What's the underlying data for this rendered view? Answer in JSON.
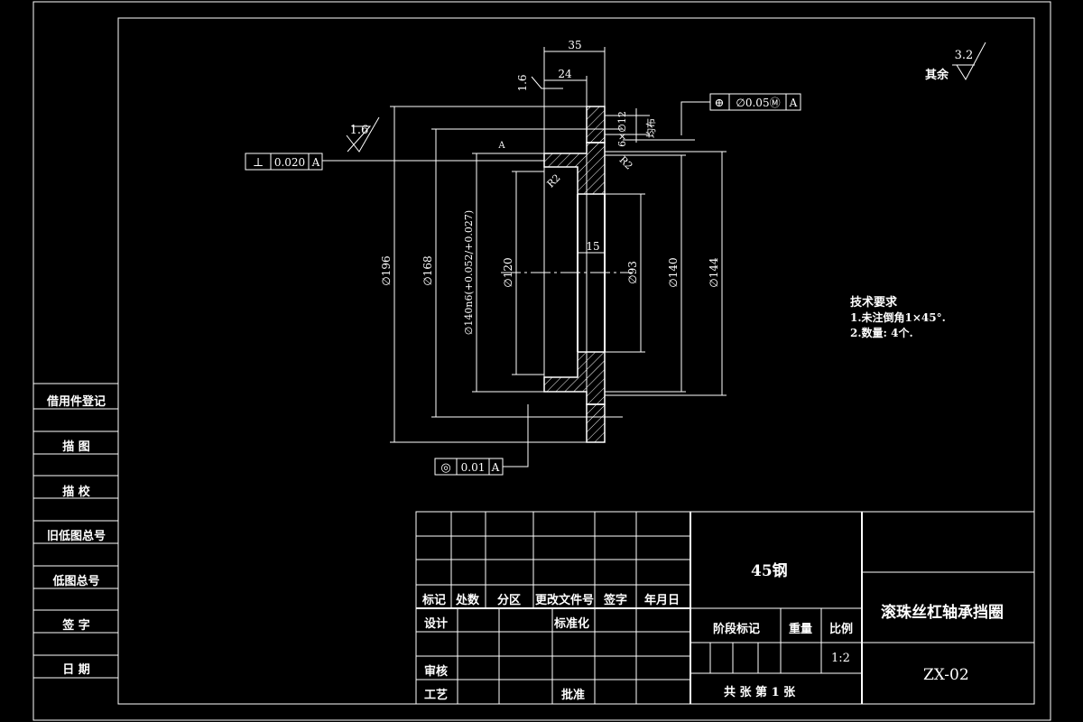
{
  "side_panel": [
    "借用件登记",
    "描 图",
    "描 校",
    "旧低图总号",
    "低图总号",
    "签 字",
    "日 期"
  ],
  "roughness": {
    "other": "其余",
    "other_value": "3.2",
    "r1": "1.6",
    "r2": "1.6"
  },
  "tolerances": {
    "perp": {
      "symbol": "⊥",
      "value": "0.020",
      "datum": "A"
    },
    "pos": {
      "symbol": "⊕",
      "value": "∅0.05Ⓜ",
      "datum": "A"
    },
    "conc": {
      "symbol": "◎",
      "value": "0.01",
      "datum": "A"
    }
  },
  "dims": {
    "d35": "35",
    "d24": "24",
    "d15": "15",
    "holes": "6×∅12",
    "even": "均布",
    "r2a": "R2",
    "r2b": "R2",
    "d196": "∅196",
    "d168": "∅168",
    "d140n6": "∅140n6(+0.052/+0.027)",
    "d120": "∅120",
    "d93": "∅93",
    "d140": "∅140",
    "d144": "∅144",
    "datum_a": "A"
  },
  "tech": {
    "title": "技术要求",
    "l1": "1.未注倒角1×45°.",
    "l2": "2.数量: 4个."
  },
  "title_block": {
    "headers": [
      "标记",
      "处数",
      "分区",
      "更改文件号",
      "签字",
      "年月日"
    ],
    "design": "设计",
    "standard": "标准化",
    "review": "审核",
    "process": "工艺",
    "approve": "批准",
    "material": "45钢",
    "stage": "阶段标记",
    "weight": "重量",
    "scale_label": "比例",
    "scale": "1:2",
    "sheets": "共 张 第 1 张",
    "part_name": "滚珠丝杠轴承挡圈",
    "drawing_no": "ZX-02"
  }
}
